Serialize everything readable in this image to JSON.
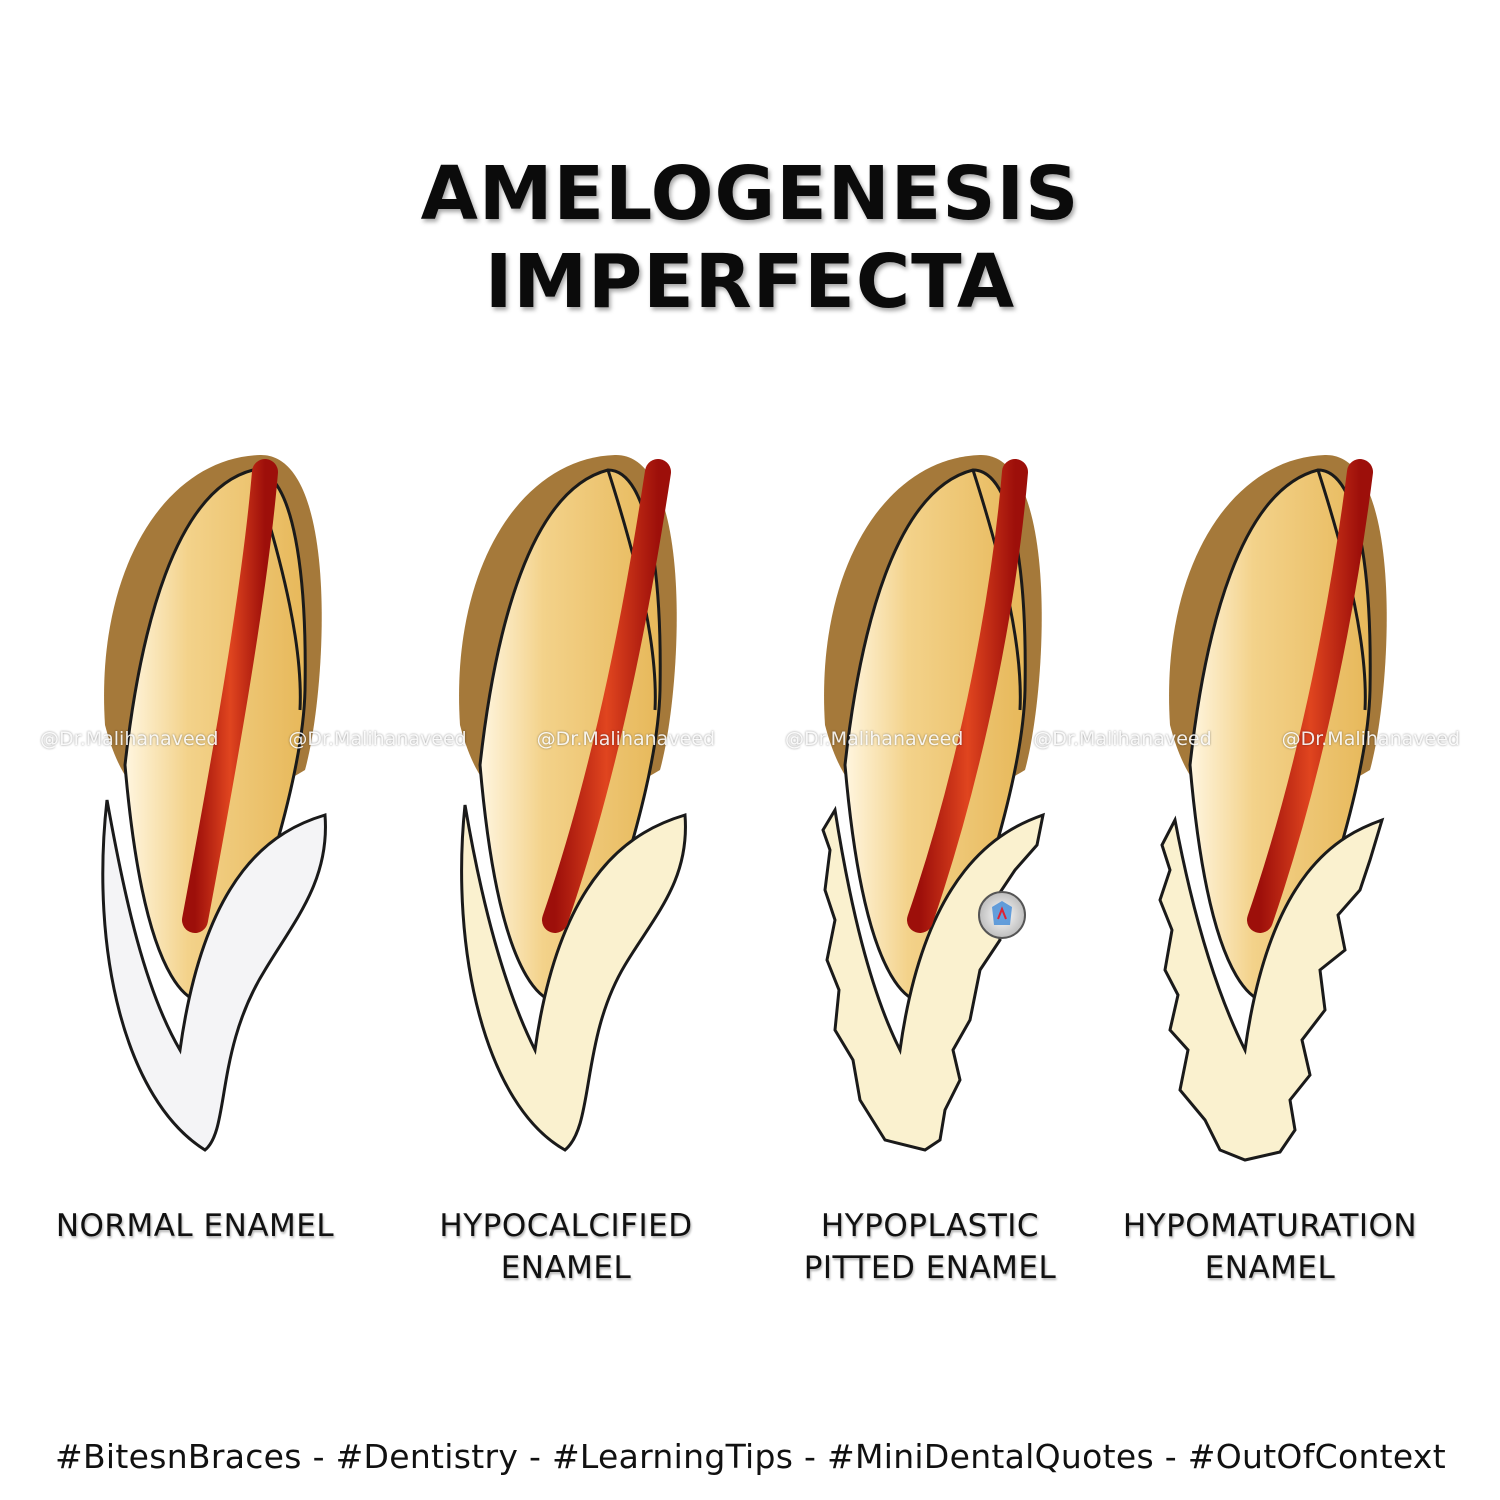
{
  "title": {
    "line1": "AMELOGENESIS",
    "line2": "IMPERFECTA"
  },
  "watermark": "@Dr.Malihanaveed",
  "teeth": [
    {
      "label_line1": "NORMAL ENAMEL",
      "label_line2": "",
      "enamel_color": "#f4f4f6"
    },
    {
      "label_line1": "HYPOCALCIFIED",
      "label_line2": "ENAMEL",
      "enamel_color": "#faf1cf"
    },
    {
      "label_line1": "HYPOPLASTIC",
      "label_line2": "PITTED ENAMEL",
      "enamel_color": "#faf1cf"
    },
    {
      "label_line1": "HYPOMATURATION",
      "label_line2": "ENAMEL",
      "enamel_color": "#faf1cf"
    }
  ],
  "hashtags": "#BitesnBraces  -  #Dentistry  -  #LearningTips  -  #MiniDentalQuotes  -  #OutOfContext",
  "colors": {
    "root_outer": "#a5793a",
    "dentin": "#ecc26a",
    "pulp": "#b81a12",
    "outline": "#1a1a1a"
  }
}
